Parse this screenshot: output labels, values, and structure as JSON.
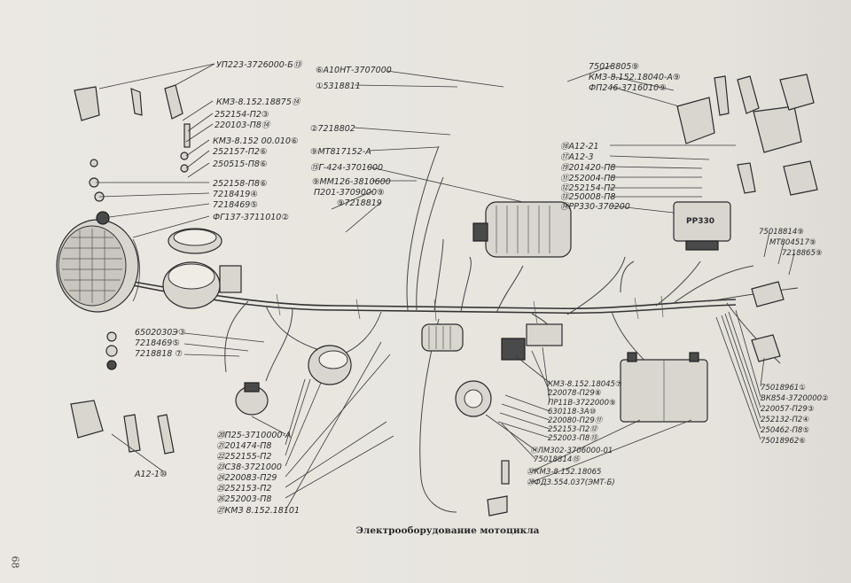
{
  "caption": "Электрооборудование мотоцикла",
  "page_number": "68",
  "panel_text": "РР330",
  "labels_left_top": [
    "УП223-3726000-Б⑬",
    "КМЗ-8.152.18875⑭",
    "252154-П2③",
    "220103-П8⑭",
    "КМЗ-8.152 00.010⑥",
    "252157-П2⑥",
    "250515-П8⑥",
    "252158-П8⑥",
    "7218419④",
    "7218469⑤",
    "ФГ137-3711010②"
  ],
  "labels_center_top": [
    "⑥А10НТ-3707000",
    "①5318811",
    "②7218802",
    "⑨МТ817152-А",
    "⑮Г-424-3701000",
    "⑨ММ126-3810600",
    "П201-3709000⑨",
    "⑨7218819"
  ],
  "labels_right_top": [
    "75018805⑨",
    "КМЗ-8.152.18040-А⑨",
    "ФП246-3716010⑨",
    "⑱А12-21",
    "⑰А12-3",
    "⑲201420-П8",
    "⑪252004-П8",
    "⑫252154-П2",
    "⑬250008-П8",
    "⑭РР330-370200"
  ],
  "labels_right_mid": [
    "75018814⑨",
    "МТ804517⑨",
    "7218865⑨"
  ],
  "labels_left_mid": [
    "6502030Э③",
    "7218469⑤",
    "7218818 ⑦"
  ],
  "label_a12": "А12-1⑩",
  "labels_left_bottom": [
    "⑳П25-3710000-А",
    "㉑201474-П8",
    "㉒252155-П2",
    "㉓С38-3721000",
    "㉔220083-П29",
    "㉕252153-П2",
    "㉖252003-П8",
    "㉗КМЗ 8.152.18101"
  ],
  "labels_center_bottom": [
    "КМЗ-8.152.18045⑦",
    "220078-П29⑧",
    "ПР11В-3722000⑨",
    "630118-3А⑩",
    "220080-П29⑪",
    "252153-П2⑫",
    "252003-П8⑬",
    "⑭ЛМ302-3706000-01",
    "75018814⑮",
    "㉜КМЗ-8.152.18065",
    "⑳ФДЗ.554.037(ЭМТ-Б)"
  ],
  "labels_right_bottom": [
    "75018961①",
    "ВК854-3720000②",
    "220057-П29③",
    "252132-П2④",
    "250462-П8⑤",
    "75018962⑥"
  ]
}
